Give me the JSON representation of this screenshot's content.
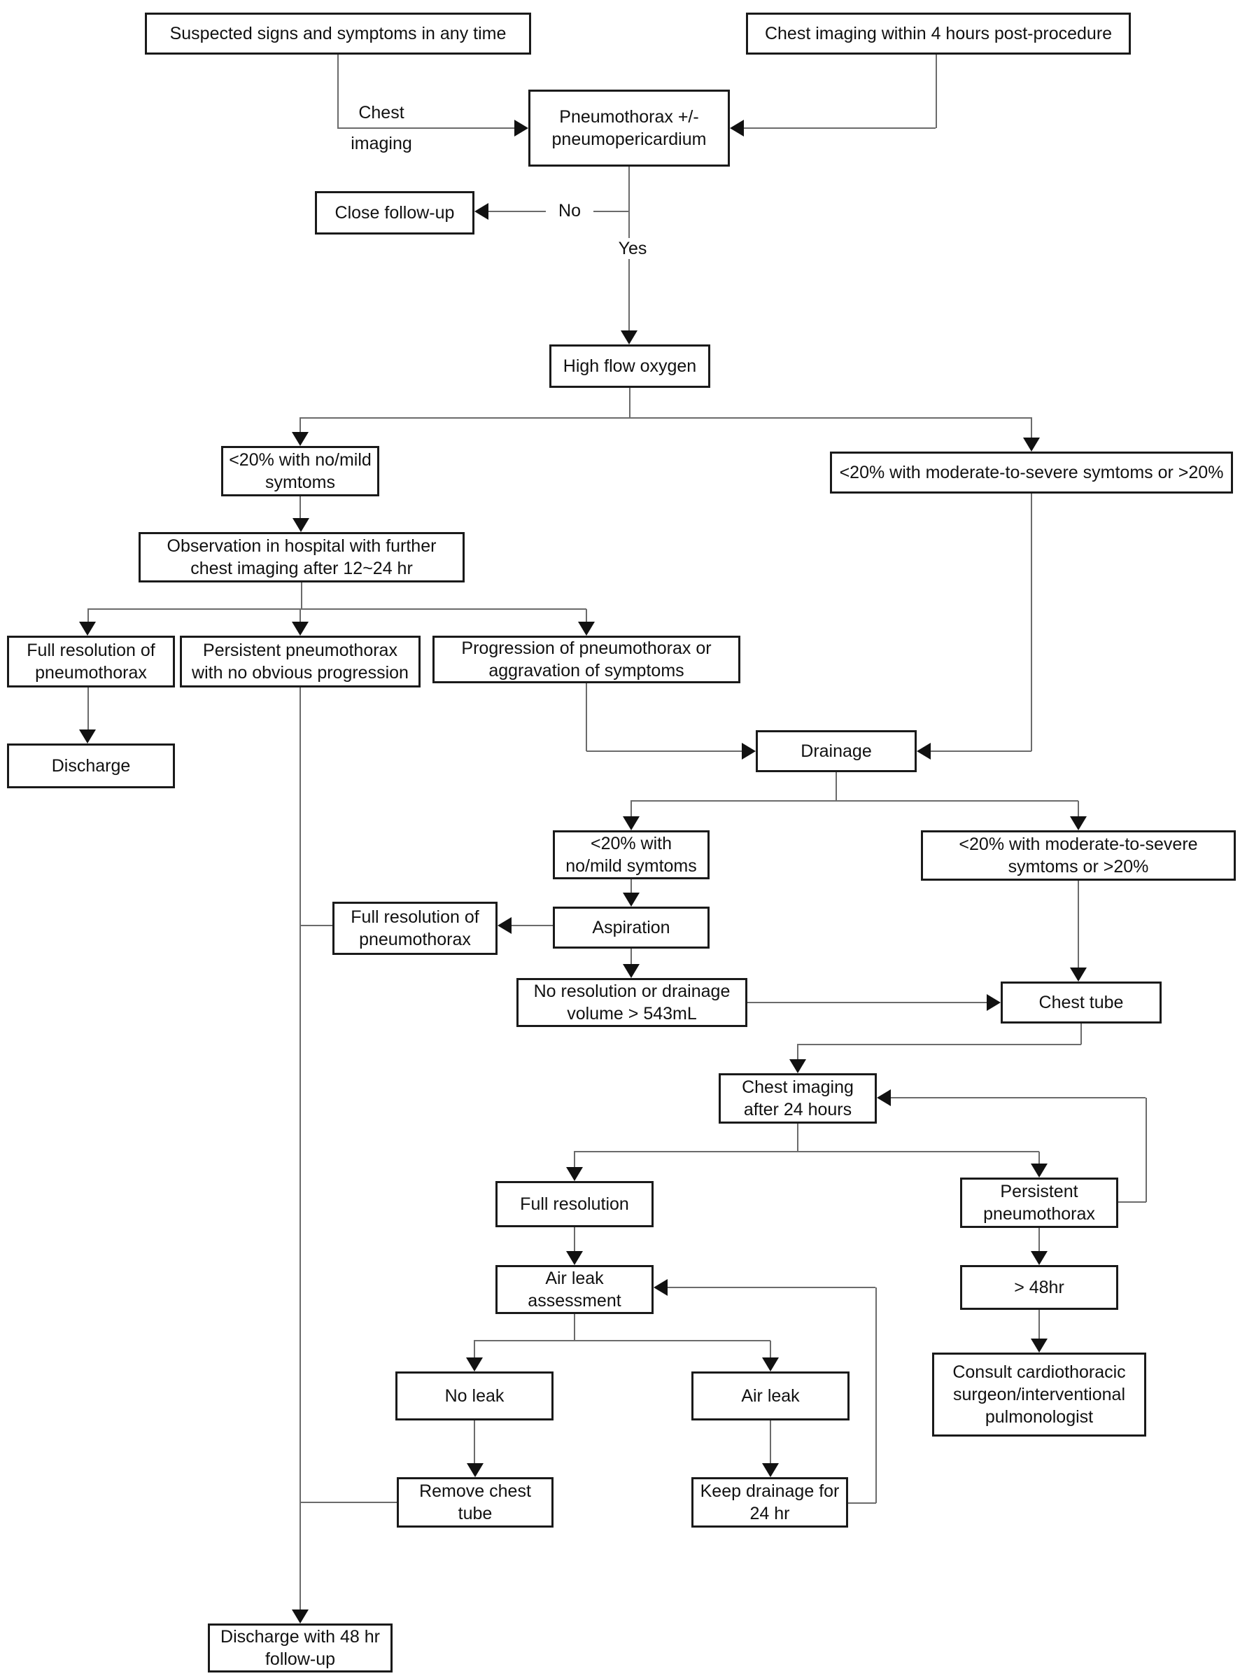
{
  "nodes": {
    "suspected_signs": "Suspected signs and symptoms in any time",
    "chest_imaging_4hr": "Chest imaging within 4 hours post-procedure",
    "pneumothorax": "Pneumothorax +/- pneumopericardium",
    "close_followup": "Close follow-up",
    "high_flow_oxygen": "High flow oxygen",
    "mild_1": "<20% with no/mild symtoms",
    "severe_1": "<20% with moderate-to-severe symtoms or >20%",
    "observation": "Observation in hospital with further chest imaging after 12~24 hr",
    "full_resolution_1": "Full resolution of pneumothorax",
    "persistent_1": "Persistent pneumothorax with no obvious progression",
    "progression": "Progression of pneumothorax or aggravation of symptoms",
    "discharge": "Discharge",
    "drainage": "Drainage",
    "mild_2": "<20% with no/mild symtoms",
    "severe_2": "<20% with moderate-to-severe symtoms or >20%",
    "aspiration": "Aspiration",
    "full_resolution_2": "Full resolution of pneumothorax",
    "no_resolution": "No resolution or drainage volume > 543mL",
    "chest_tube": "Chest tube",
    "chest_imaging_24": "Chest imaging after 24 hours",
    "full_resolution_3": "Full resolution",
    "persistent_2": "Persistent pneumothorax",
    "air_leak_assessment": "Air leak assessment",
    "gt_48hr": "> 48hr",
    "no_leak": "No leak",
    "air_leak": "Air leak",
    "consult": "Consult cardiothoracic surgeon/interventional pulmonologist",
    "remove_chest_tube": "Remove chest tube",
    "keep_drainage": "Keep drainage for 24 hr",
    "discharge_48hr": "Discharge with 48 hr follow-up"
  },
  "edge_labels": {
    "chest_imaging_top": "Chest",
    "chest_imaging_bottom": "imaging",
    "no": "No",
    "yes": "Yes"
  },
  "colors": {
    "line": "#6b6b6b",
    "border": "#1a1a1a",
    "arrow": "#111111",
    "background": "#ffffff"
  }
}
